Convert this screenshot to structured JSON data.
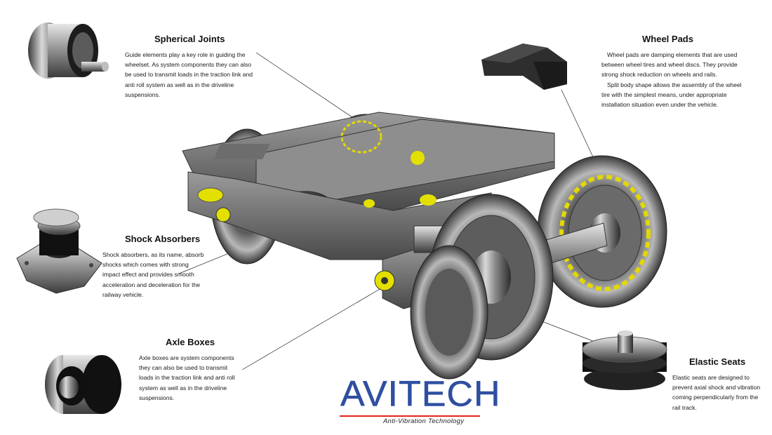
{
  "brand": {
    "name": "AVITECH",
    "tagline": "Anti-Vibration Technology",
    "primary_color": "#2f4fa0",
    "accent_color": "#e2231a"
  },
  "callouts": {
    "spherical_joints": {
      "title": "Spherical Joints",
      "text": "Guide elements play a key role in guiding the wheelset. As system components they can also be used to transmit loads in the traction link and anti roll system as well as in the driveline suspensions."
    },
    "wheel_pads": {
      "title": "Wheel Pads",
      "text1": "Wheel pads are damping elements that are used between wheel tires and wheel discs. They provide strong shock reduction on wheels and rails.",
      "text2": "Split body shape allows the assembly of the wheel tire with the simplest means, under appropriate installation situation even under the vehicle."
    },
    "shock_absorbers": {
      "title": "Shock Absorbers",
      "text": "Shock absorbers, as its name, absorb shocks which comes with strong impact effect and provides smooth acceleration and deceleration for the railway vehicle."
    },
    "axle_boxes": {
      "title": "Axle Boxes",
      "text": "Axle boxes are system components they can also be used to transmit loads in the traction link and anti roll system as well as in the driveline suspensions."
    },
    "elastic_seats": {
      "title": "Elastic Seats",
      "text": "Elastic seats are designed to prevent axial shock and vibration coming perpendicularly from the rail track."
    }
  },
  "images": {
    "bogie": "railway-bogie-render",
    "spherical_joint": "spherical-joint-render",
    "wheel_pad": "wheel-pad-render",
    "shock_absorber": "shock-absorber-render",
    "axle_box": "axle-box-render",
    "elastic_seat": "elastic-seat-render"
  }
}
